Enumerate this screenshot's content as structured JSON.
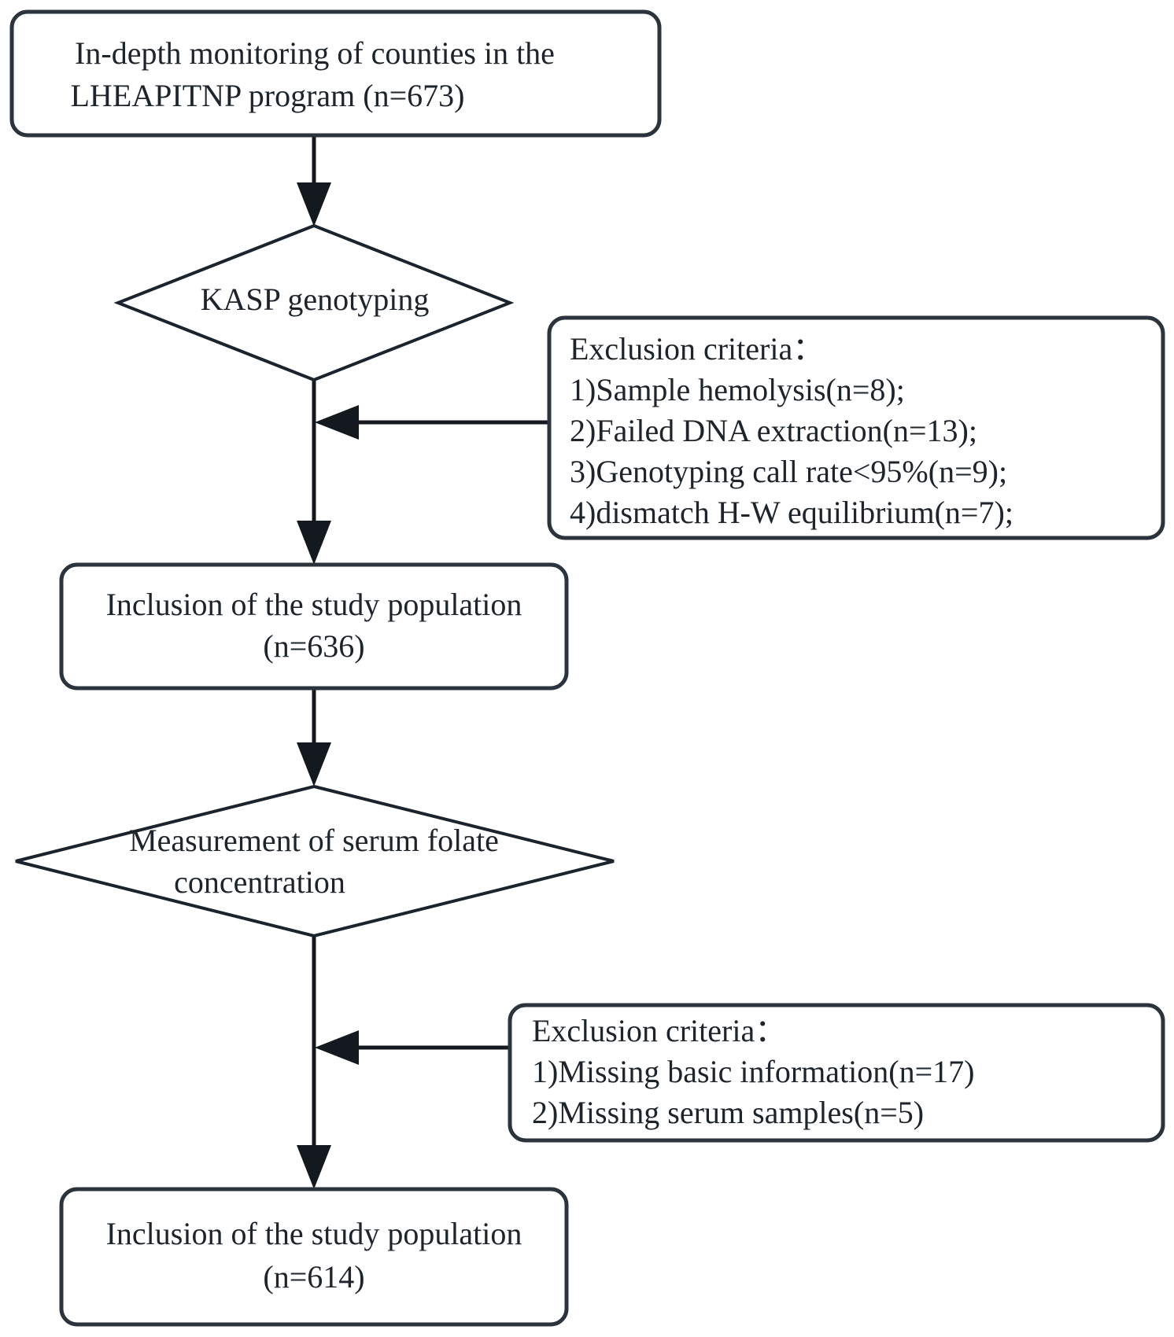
{
  "diagram": {
    "title": "Study population selection flowchart",
    "colors": {
      "stroke": "#2b343d",
      "text": "#1d242b",
      "background": "#ffffff",
      "arrow": "#14191f"
    },
    "nodes": {
      "source_box": {
        "type": "process",
        "line1": "In-depth monitoring of counties in the",
        "line2": "LHEAPITNP program (n=673)",
        "n": 673
      },
      "genotyping_diamond": {
        "type": "decision",
        "line1": "KASP genotyping"
      },
      "exclusion_box_1": {
        "type": "note",
        "heading": "Exclusion criteria：",
        "items": [
          "1)Sample hemolysis(n=8);",
          "2)Failed DNA extraction(n=13);",
          "3)Genotyping call rate<95%(n=9);",
          "4)dismatch H-W equilibrium(n=7);"
        ],
        "counts": [
          8,
          13,
          9,
          7
        ]
      },
      "inclusion_box_1": {
        "type": "process",
        "line1": "Inclusion of the study population",
        "line2": "(n=636)",
        "n": 636
      },
      "folate_diamond": {
        "type": "decision",
        "line1": "Measurement of serum folate",
        "line2": "concentration"
      },
      "exclusion_box_2": {
        "type": "note",
        "heading": "Exclusion criteria：",
        "items": [
          "1)Missing basic information(n=17)",
          "2)Missing serum samples(n=5)"
        ],
        "counts": [
          17,
          5
        ]
      },
      "inclusion_box_2": {
        "type": "process",
        "line1": "Inclusion of the study population",
        "line2": "(n=614)",
        "n": 614
      }
    },
    "edges": [
      {
        "from": "source_box",
        "to": "genotyping_diamond",
        "style": "arrow-down"
      },
      {
        "from": "genotyping_diamond",
        "to": "inclusion_box_1",
        "style": "arrow-down"
      },
      {
        "from": "exclusion_box_1",
        "to": "genotyping_diamond",
        "style": "arrow-left"
      },
      {
        "from": "inclusion_box_1",
        "to": "folate_diamond",
        "style": "arrow-down"
      },
      {
        "from": "folate_diamond",
        "to": "inclusion_box_2",
        "style": "arrow-down"
      },
      {
        "from": "exclusion_box_2",
        "to": "folate_diamond",
        "style": "arrow-left"
      }
    ]
  }
}
